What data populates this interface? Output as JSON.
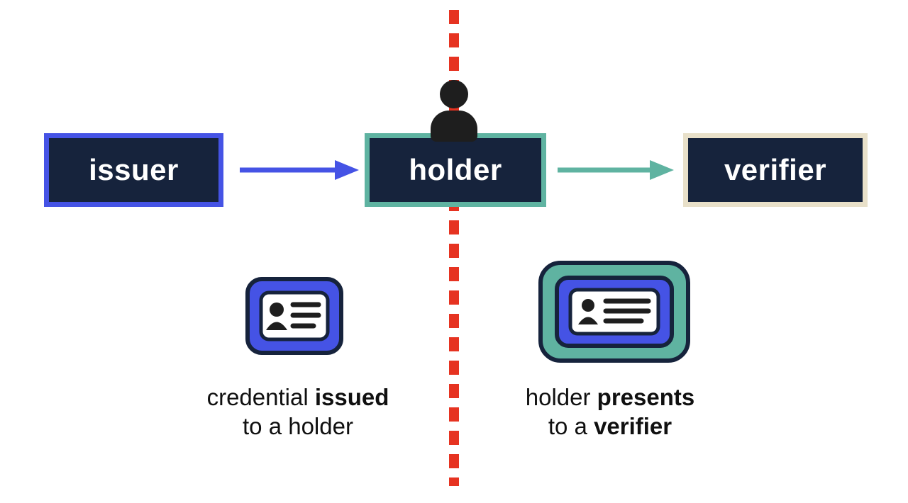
{
  "title": "credential flow diagram: issuer, holder, verifier",
  "colors": {
    "navy": "#16233c",
    "blue": "#4553e5",
    "teal": "#5fb3a1",
    "cream": "#e8e0c9",
    "red": "#e63321",
    "ink": "#1e1e1e",
    "white": "#ffffff"
  },
  "nodes": {
    "issuer": {
      "label": "issuer"
    },
    "holder": {
      "label": "holder"
    },
    "verifier": {
      "label": "verifier"
    }
  },
  "icons": {
    "person": "person-icon",
    "left_card": "id-card-icon",
    "right_card": "id-card-icon",
    "issue_arrow": "arrow-right-icon",
    "present_arrow": "arrow-right-icon"
  },
  "captions": {
    "left": {
      "line1_regular": "credential ",
      "line1_bold": "issued",
      "line2_regular": "to a holder",
      "line2_bold": ""
    },
    "right": {
      "line1_regular": "holder ",
      "line1_bold": "presents",
      "line2_regular": "to a ",
      "line2_bold": "verifier"
    }
  }
}
